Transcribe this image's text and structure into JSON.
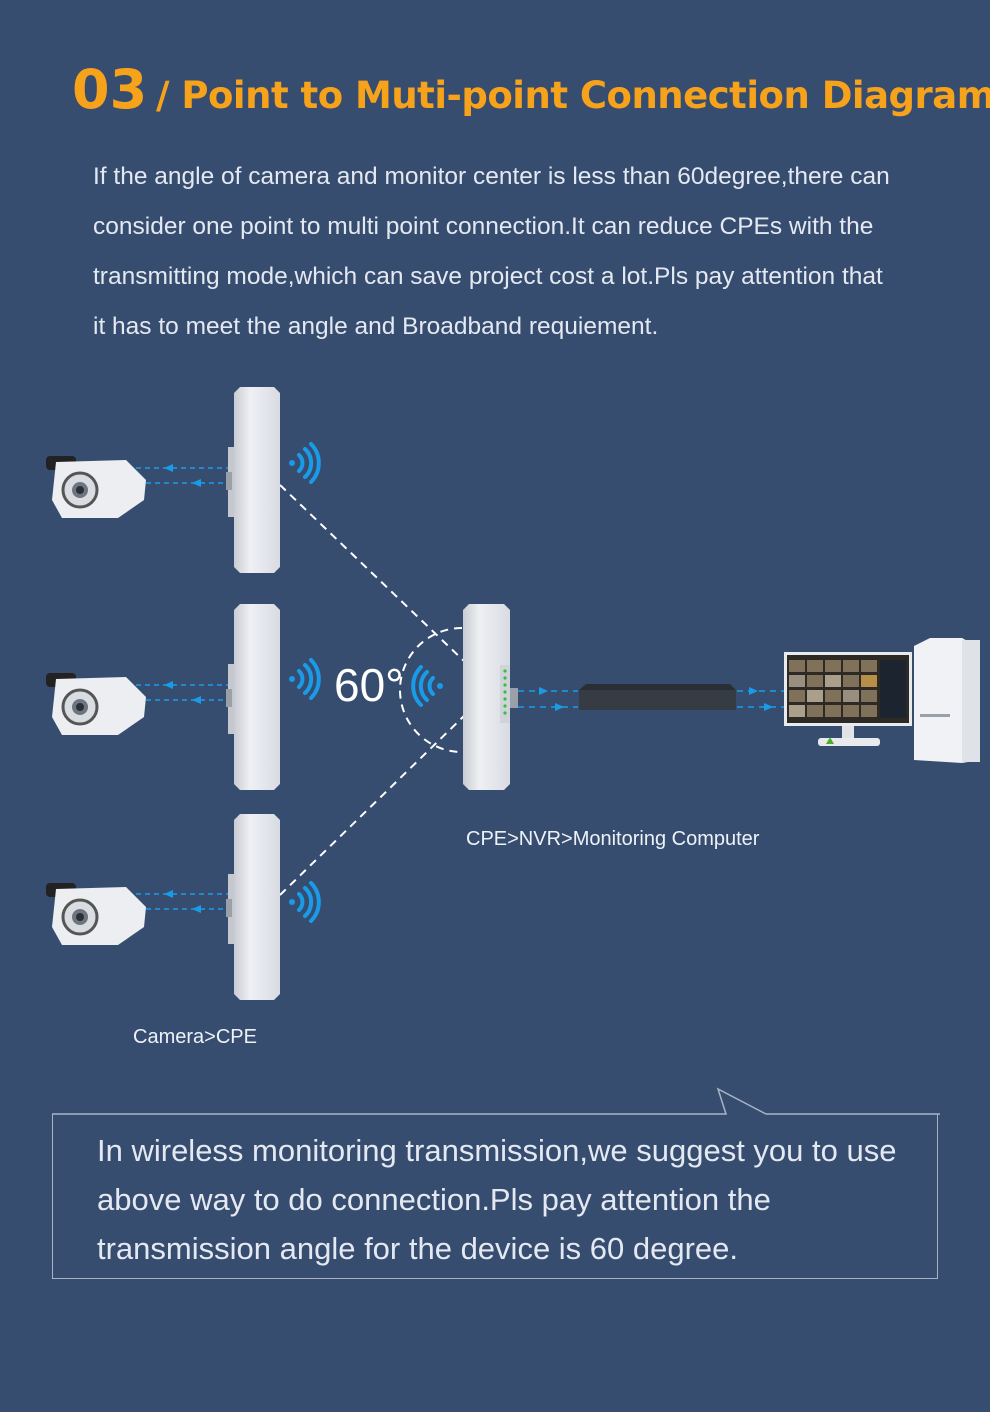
{
  "header": {
    "number": "03",
    "title": "/ Point to Muti-point Connection Diagram"
  },
  "intro": {
    "lines": [
      "If the angle of camera and monitor center is less than 60degree,there can",
      "consider one point to multi point connection.It can reduce CPEs with the",
      "transmitting mode,which can save project cost a lot.Pls pay attention that",
      "it has to meet the angle and Broadband requiement."
    ]
  },
  "diagram": {
    "angle_label": "60°",
    "right_caption": "CPE>NVR>Monitoring Computer",
    "left_caption": "Camera>CPE",
    "icons": [
      "camera-icon",
      "cpe-antenna-icon",
      "wifi-signal-icon",
      "nvr-icon",
      "monitor-icon",
      "pc-tower-icon"
    ]
  },
  "note": {
    "lines": [
      "In wireless monitoring transmission,we suggest you to use",
      "above way to do connection.Pls pay attention the",
      "transmission angle for the device is 60 degree."
    ]
  },
  "colors": {
    "background": "#374d70",
    "accent": "#f7a21b",
    "signal": "#1a9be8"
  }
}
